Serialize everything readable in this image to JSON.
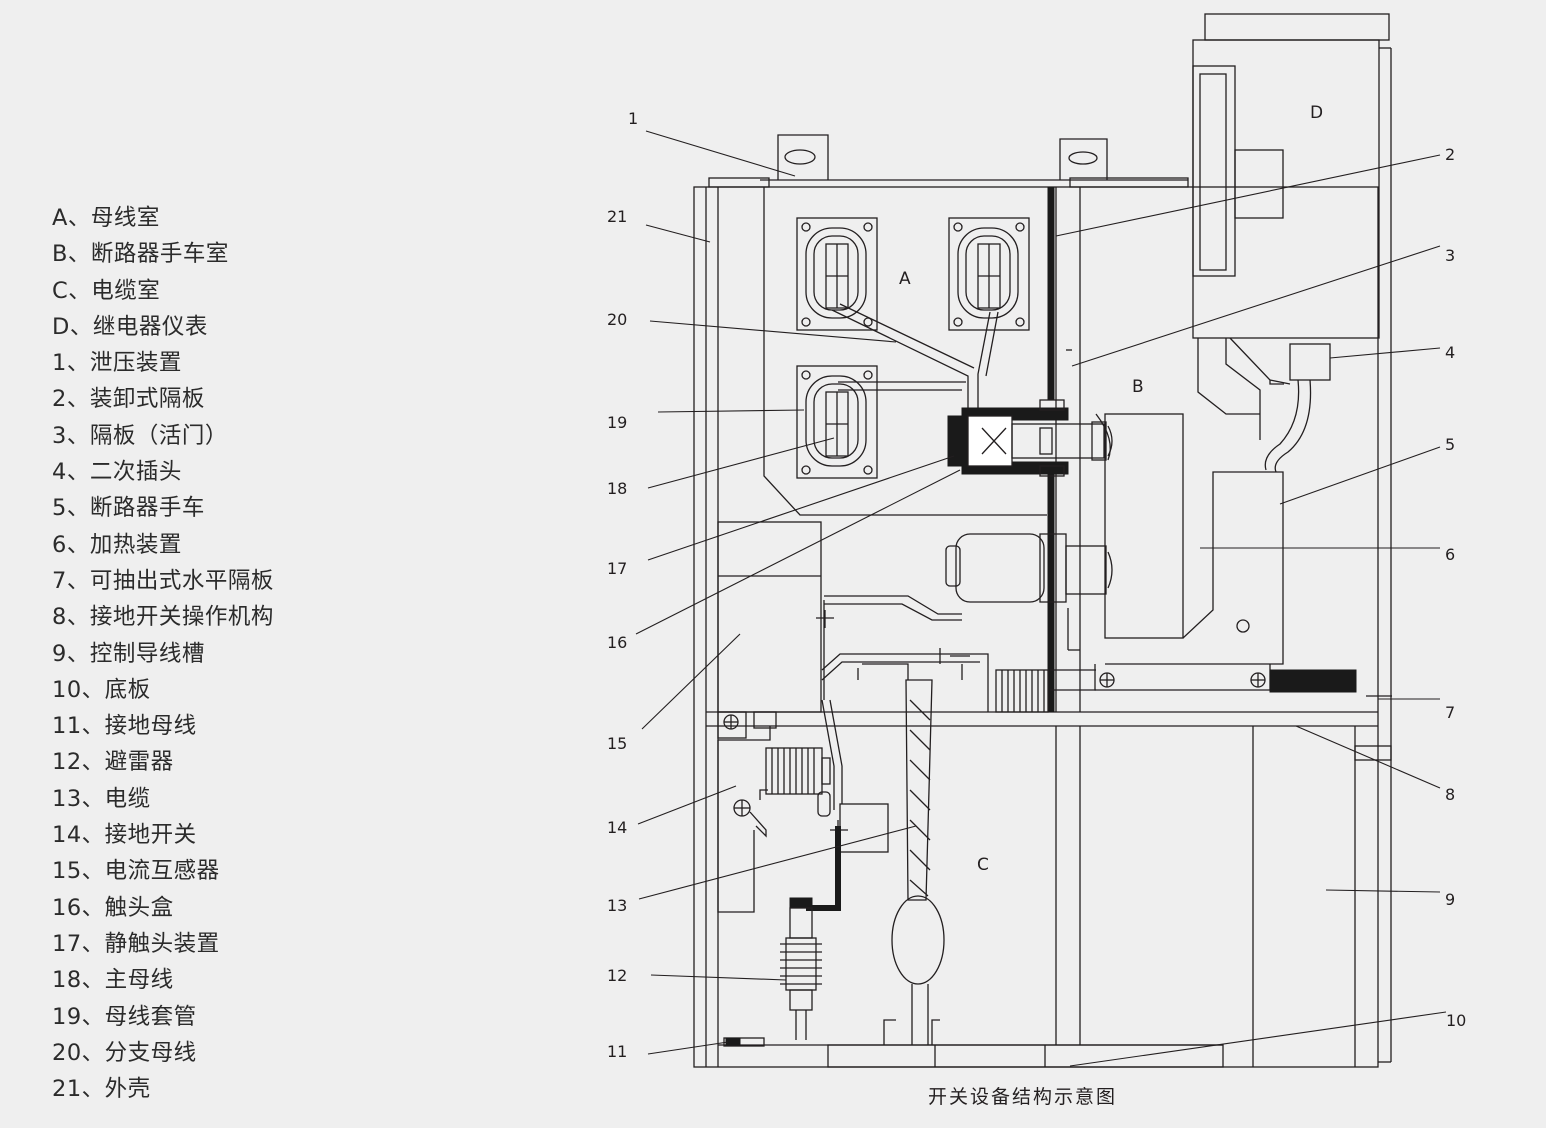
{
  "legend": [
    "A、母线室",
    "B、断路器手车室",
    "C、电缆室",
    "D、继电器仪表",
    "1、泄压装置",
    "2、装卸式隔板",
    "3、隔板（活门）",
    "4、二次插头",
    "5、断路器手车",
    "6、加热装置",
    "7、可抽出式水平隔板",
    "8、接地开关操作机构",
    "9、控制导线槽",
    "10、底板",
    "11、接地母线",
    "12、避雷器",
    "13、电缆",
    "14、接地开关",
    "15、电流互感器",
    "16、触头盒",
    "17、静触头装置",
    "18、主母线",
    "19、母线套管",
    "20、分支母线",
    "21、外壳"
  ],
  "zones": {
    "A": "A",
    "B": "B",
    "C": "C",
    "D": "D"
  },
  "callouts": {
    "n1": "1",
    "n2": "2",
    "n3": "3",
    "n4": "4",
    "n5": "5",
    "n6": "6",
    "n7": "7",
    "n8": "8",
    "n9": "9",
    "n10": "10",
    "n11": "11",
    "n12": "12",
    "n13": "13",
    "n14": "14",
    "n15": "15",
    "n16": "16",
    "n17": "17",
    "n18": "18",
    "n19": "19",
    "n20": "20",
    "n21": "21"
  },
  "caption": "开关设备结构示意图"
}
